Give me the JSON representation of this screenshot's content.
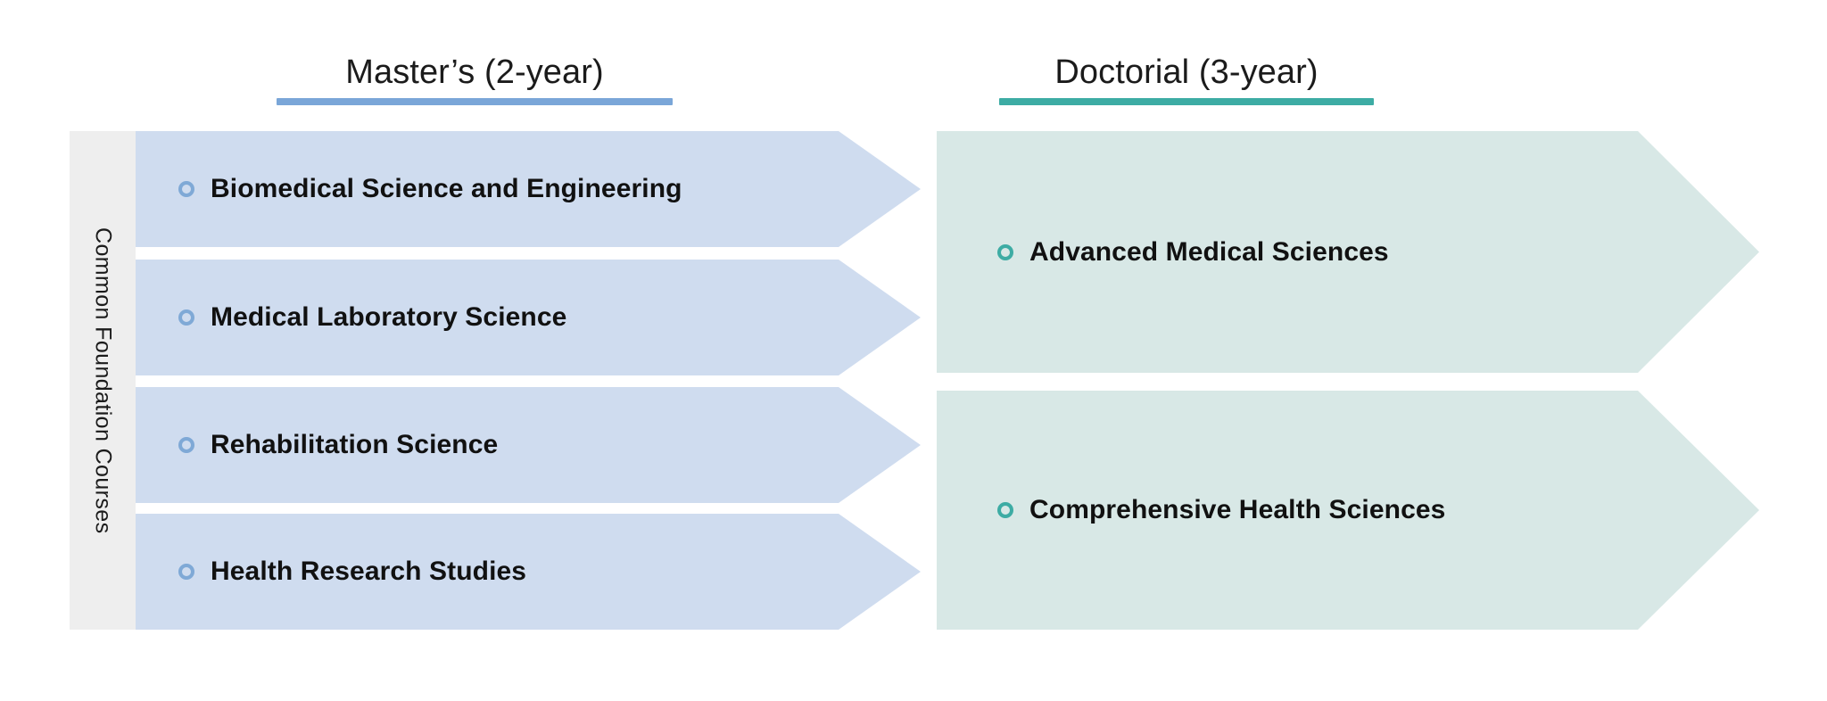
{
  "diagram": {
    "title_masters": "Master’s (2-year)",
    "title_doctoral": "Doctorial (3-year)",
    "foundation_label": "Common Foundation Courses",
    "colors": {
      "masters_fill": "#cfdcef",
      "masters_rule": "#7aa6d8",
      "masters_bullet": "#7fa9d6",
      "doctoral_fill": "#d8e8e6",
      "doctoral_rule": "#3daca4",
      "doctoral_bullet": "#3daca4",
      "foundation_fill": "#eeeeee",
      "background": "#ffffff",
      "text": "#111111"
    },
    "bullet_icon": "circle-outline-icon",
    "masters_programs": [
      {
        "label": "Biomedical Science and Engineering"
      },
      {
        "label": "Medical Laboratory Science"
      },
      {
        "label": "Rehabilitation Science"
      },
      {
        "label": "Health Research Studies"
      }
    ],
    "doctoral_programs": [
      {
        "label": "Advanced Medical Sciences"
      },
      {
        "label": "Comprehensive Health Sciences"
      }
    ]
  }
}
